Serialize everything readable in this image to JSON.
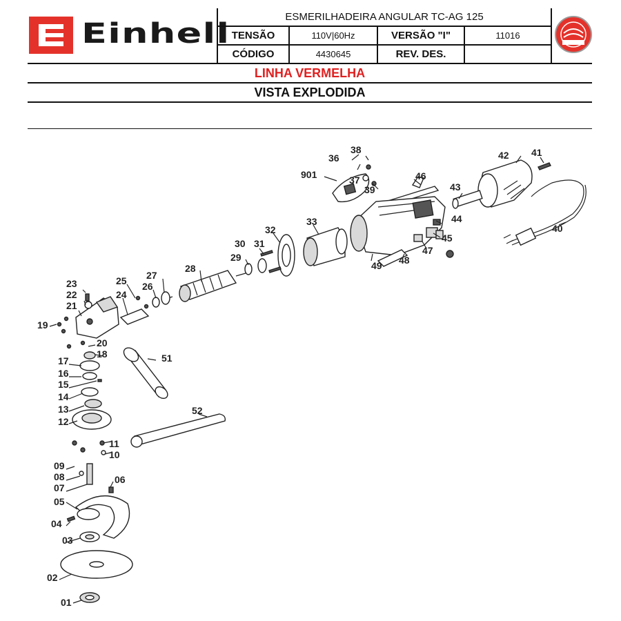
{
  "header": {
    "brand": "Einhell",
    "product_title": "ESMERILHADEIRA ANGULAR TC-AG 125",
    "rows": [
      {
        "label_a": "TENSÃO",
        "value_a": "110V|60Hz",
        "label_b": "VERSÃO \"I\"",
        "value_b": "11016"
      },
      {
        "label_a": "CÓDIGO",
        "value_a": "4430645",
        "label_b": "REV. DES.",
        "value_b": ""
      }
    ]
  },
  "section_line": "LINHA VERMELHA",
  "section_title": "VISTA EXPLODIDA",
  "parts": [
    "01",
    "02",
    "03",
    "04",
    "05",
    "06",
    "07",
    "08",
    "09",
    "10",
    "11",
    "12",
    "13",
    "14",
    "15",
    "16",
    "17",
    "18",
    "19",
    "20",
    "21",
    "22",
    "23",
    "24",
    "25",
    "26",
    "27",
    "28",
    "29",
    "30",
    "31",
    "32",
    "33",
    "36",
    "37",
    "38",
    "39",
    "40",
    "41",
    "42",
    "43",
    "44",
    "45",
    "46",
    "47",
    "48",
    "49",
    "51",
    "52",
    "901"
  ],
  "colors": {
    "brand_red": "#e4322b",
    "section_red": "#e02020",
    "text": "#111111"
  }
}
